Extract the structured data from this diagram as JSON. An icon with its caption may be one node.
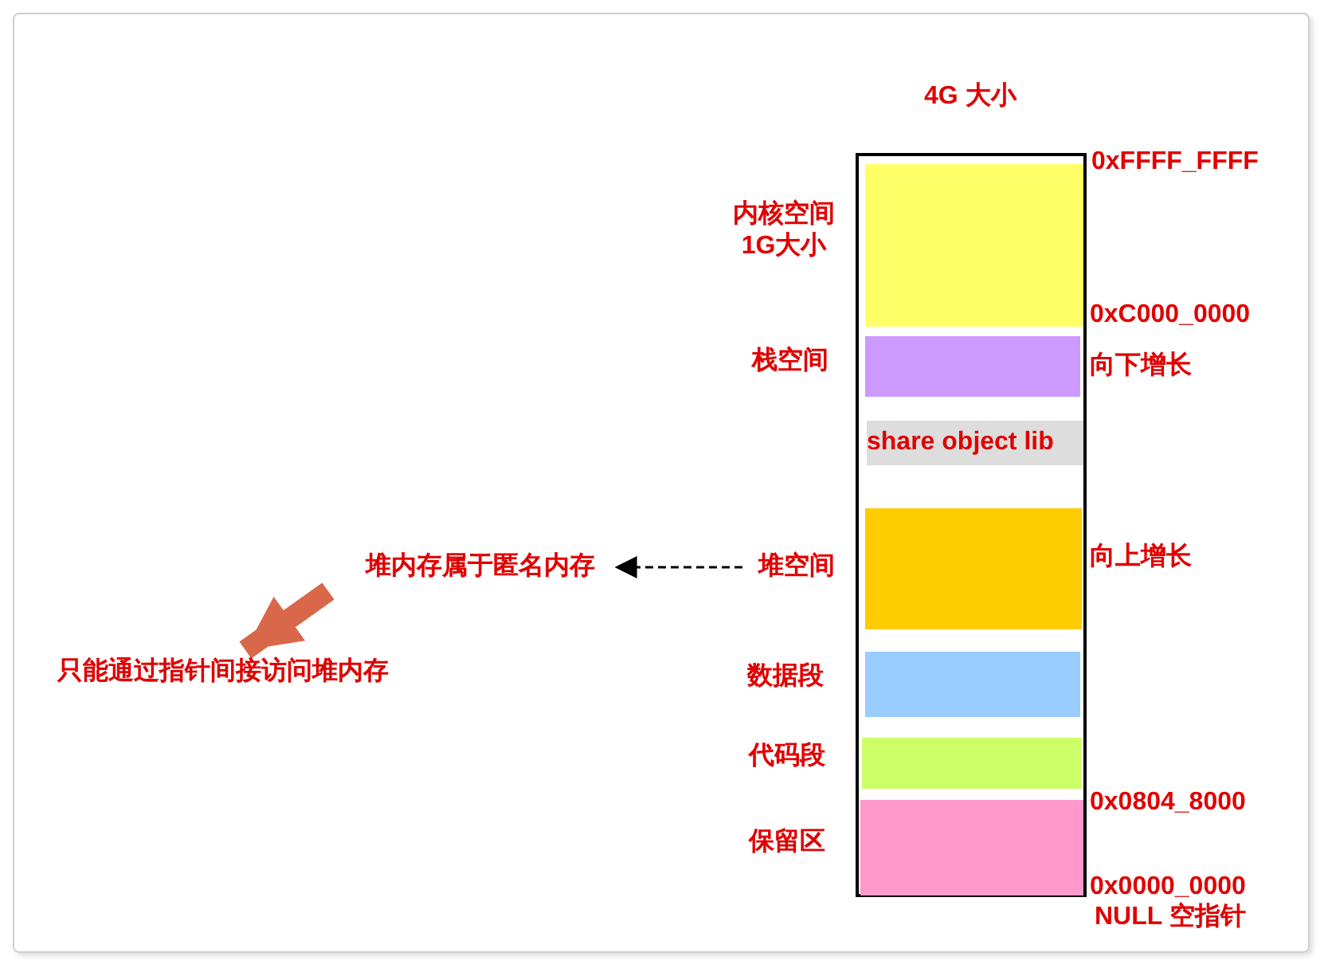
{
  "diagram": {
    "nodes": [
      {
        "text": [],
        "shape": "box"
      },
      {
        "text": [],
        "shape": "bar",
        "in": 0
      },
      {
        "text": [],
        "shape": "bar",
        "in": 0
      },
      {
        "text": [
          "share object lib"
        ],
        "in": 0
      },
      {
        "text": [],
        "shape": "bar",
        "in": 0
      },
      {
        "text": [],
        "shape": "bar",
        "in": 0
      },
      {
        "text": [],
        "shape": "bar",
        "in": 0
      },
      {
        "text": [],
        "shape": "bar",
        "in": 0
      },
      {
        "text": [
          "堆空间"
        ]
      },
      {
        "text": [
          "堆内存属于匿名内存"
        ]
      },
      {
        "text": [
          "只能通过指针间接访问堆内存"
        ]
      }
    ],
    "edges": [
      {
        "from": 8,
        "to": 9,
        "arrow": "to",
        "style": "dashed"
      },
      {
        "from": 9,
        "to": 10,
        "arrow": "to",
        "style": "thick",
        "color": "#d9674a"
      }
    ],
    "labels": [
      "4G 大小",
      "0xFFFF_FFFF",
      "内核空间 1G大小",
      "0xC000_0000",
      "栈空间",
      "向下增长",
      "向上增长",
      "数据段",
      "代码段",
      "0x0804_8000",
      "保留区",
      "0x0000_0000",
      "NULL 空指针"
    ]
  }
}
